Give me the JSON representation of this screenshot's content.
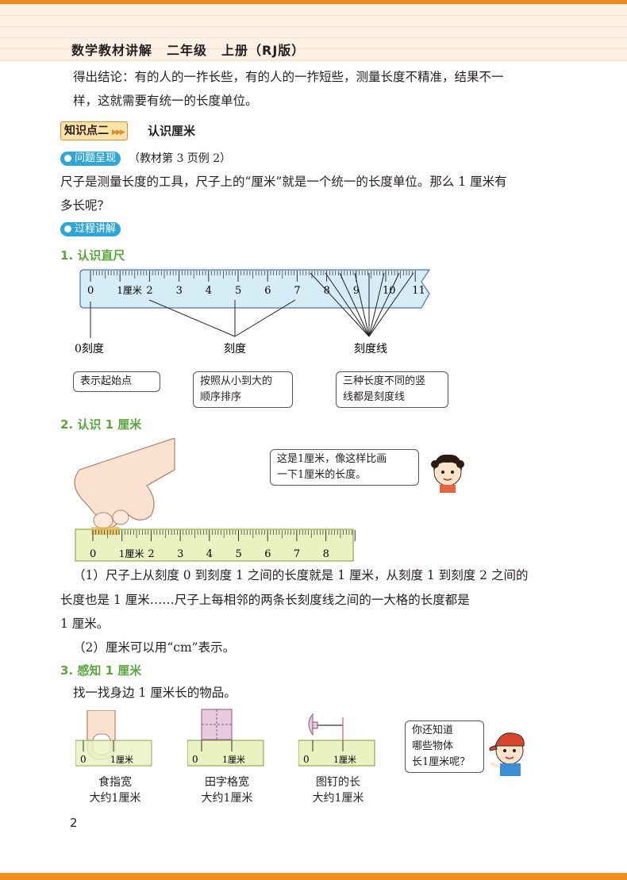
{
  "header": {
    "book": "数学教材讲解",
    "grade": "二年级",
    "volume": "上册（RJ版）"
  },
  "intro": {
    "line1": "得出结论：有的人的一拃长些，有的人的一拃短些，测量长度不精准，结果不一",
    "line2": "样，这就需要有统一的长度单位。"
  },
  "knowledge_point": {
    "tag": "知识点二",
    "title": "认识厘米"
  },
  "problem": {
    "pill": "问题呈现",
    "ref": "（教材第 3 页例 2）",
    "line1": "尺子是测量长度的工具，尺子上的“厘米”就是一个统一的长度单位。那么 1 厘米有",
    "line2": "多长呢？"
  },
  "process": {
    "pill": "过程讲解"
  },
  "section1": {
    "title": "1. 认识直尺",
    "ruler_labels": [
      "0",
      "1厘米",
      "2",
      "3",
      "4",
      "5",
      "6",
      "7",
      "8",
      "9",
      "10",
      "11"
    ],
    "label_zero": "0刻度",
    "label_scale": "刻度",
    "label_lines": "刻度线",
    "callout_zero": "表示起始点",
    "callout_scale_1": "按照从小到大的",
    "callout_scale_2": "顺序排序",
    "callout_lines_1": "三种长度不同的竖",
    "callout_lines_2": "线都是刻度线"
  },
  "section2": {
    "title": "2. 认识 1 厘米",
    "bubble_1": "这是1厘米，像这样比画",
    "bubble_2": "一下1厘米的长度。",
    "ruler_labels": [
      "0",
      "1厘米",
      "2",
      "3",
      "4",
      "5",
      "6",
      "7",
      "8"
    ],
    "p1_line1": "（1）尺子上从刻度 0 到刻度 1 之间的长度就是 1 厘米，从刻度 1 到刻度 2 之间的",
    "p1_line2": "长度也是 1 厘米……尺子上每相邻的两条长刻度线之间的一大格的长度都是",
    "p1_line3": "1 厘米。",
    "p2": "（2）厘米可以用“cm”表示。"
  },
  "section3": {
    "title": "3. 感知 1 厘米",
    "instruction": "找一找身边 1 厘米长的物品。",
    "items": [
      {
        "zero": "0",
        "one": "1厘米",
        "cap1": "食指宽",
        "cap2": "大约1厘米"
      },
      {
        "zero": "0",
        "one": "1厘米",
        "cap1": "田字格宽",
        "cap2": "大约1厘米"
      },
      {
        "zero": "0",
        "one": "1厘米",
        "cap1": "图钉的长",
        "cap2": "大约1厘米"
      }
    ],
    "bubble_1": "你还知道",
    "bubble_2": "哪些物体",
    "bubble_3": "长1厘米呢？"
  },
  "page_number": "2",
  "colors": {
    "accent_orange": "#f08c1e",
    "section_green": "#5aa63c",
    "pill_blue": "#2fa6d8",
    "ruler_blue": "#d6ecf7",
    "ruler_green": "#eaf2c2"
  }
}
